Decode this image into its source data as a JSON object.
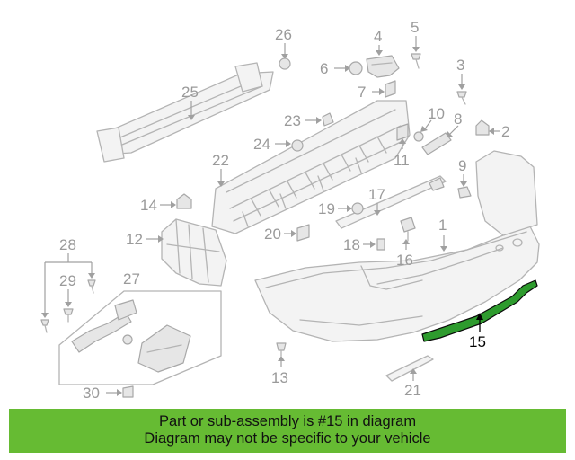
{
  "callouts": {
    "c1": "1",
    "c2": "2",
    "c3": "3",
    "c4": "4",
    "c5": "5",
    "c6": "6",
    "c7": "7",
    "c8": "8",
    "c9": "9",
    "c10": "10",
    "c11": "11",
    "c12": "12",
    "c13": "13",
    "c14": "14",
    "c15": "15",
    "c16": "16",
    "c17": "17",
    "c18": "18",
    "c19": "19",
    "c20": "20",
    "c21": "21",
    "c22": "22",
    "c23": "23",
    "c24": "24",
    "c25": "25",
    "c26": "26",
    "c27": "27",
    "c28": "28",
    "c29": "29",
    "c30": "30"
  },
  "highlight": {
    "part": "15",
    "color": "#2e9b2e"
  },
  "banner": {
    "line1": "Part or sub-assembly is #15 in diagram",
    "line2": "Diagram may not be specific to your vehicle",
    "background": "#66bb33"
  }
}
